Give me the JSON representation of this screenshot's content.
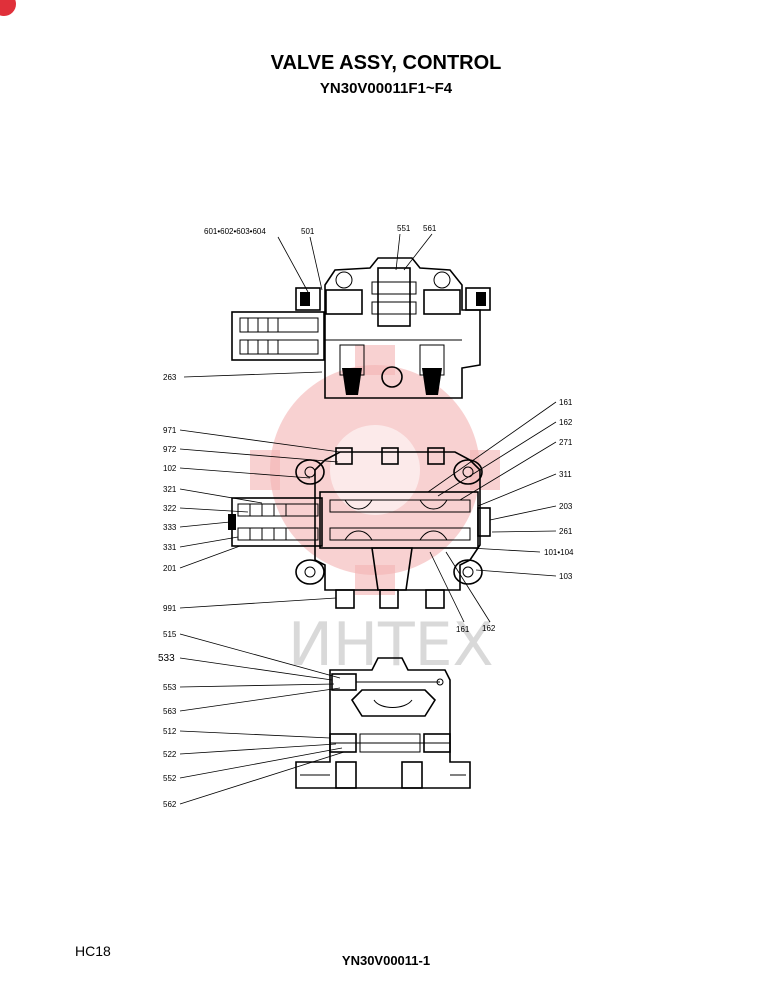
{
  "header": {
    "title": "VALVE ASSY, CONTROL",
    "subtitle": "YN30V00011F1~F4"
  },
  "footer": {
    "left": "HC18",
    "center": "YN30V00011-1"
  },
  "watermark": {
    "text": "ИНТЕХ",
    "color": "#f3b3b3"
  },
  "labels": {
    "l601": "601•602•603•604",
    "l501": "501",
    "l551": "551",
    "l561": "561",
    "l263": "263",
    "l971": "971",
    "l972": "972",
    "l102": "102",
    "l321": "321",
    "l322": "322",
    "l333": "333",
    "l331": "331",
    "l201": "201",
    "l991": "991",
    "l161a": "161",
    "l162a": "162",
    "l271": "271",
    "l311": "311",
    "l203": "203",
    "l261": "261",
    "l101": "101•104",
    "l103": "103",
    "l161b": "161",
    "l162b": "162",
    "l515": "515",
    "l533": "533",
    "l553": "553",
    "l563": "563",
    "l512": "512",
    "l522": "522",
    "l552": "552",
    "l562": "562"
  }
}
